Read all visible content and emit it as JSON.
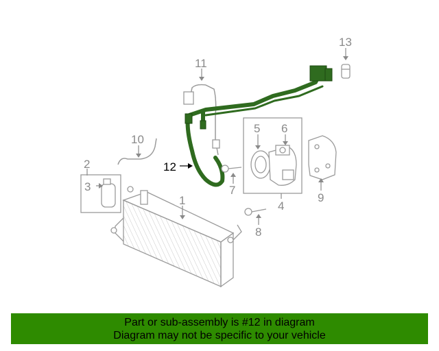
{
  "callouts": {
    "c1": "1",
    "c2": "2",
    "c3": "3",
    "c4": "4",
    "c5": "5",
    "c6": "6",
    "c7": "7",
    "c8": "8",
    "c9": "9",
    "c10": "10",
    "c11": "11",
    "c12": "12",
    "c13": "13"
  },
  "highlighted_part": "12",
  "banner": {
    "line1": "Part or sub-assembly is #12 in diagram",
    "line2": "Diagram may not be specific to your vehicle"
  },
  "colors": {
    "highlight_part": "#2f6b1f",
    "banner_background": "#2e8b00",
    "part_outline": "#9a9a9a",
    "callout_text": "#8a8a8a"
  }
}
